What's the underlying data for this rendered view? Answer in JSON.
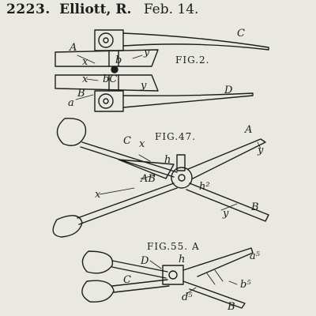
{
  "header": {
    "patent_number": "2223.",
    "inventor": "Elliott, R.",
    "date": "Feb. 14."
  },
  "figures": {
    "fig2": {
      "caption": "FIG.2.",
      "labels": {
        "A": "A",
        "C": "C",
        "b": "b",
        "y1": "y",
        "x1": "x",
        "x2": "x",
        "bc": "bC",
        "y2": "y",
        "a": "a",
        "B": "B",
        "D": "D"
      }
    },
    "fig47": {
      "caption": "FIG.47.",
      "labels": {
        "A": "A",
        "y1": "y",
        "C": "C",
        "x1": "x",
        "h": "h",
        "AB": "AB",
        "h2": "h²",
        "x2": "x",
        "y2": "y",
        "B": "B"
      }
    },
    "fig55": {
      "caption": "FIG.55. A",
      "labels": {
        "D": "D",
        "h": "h",
        "a5": "a⁵",
        "C": "C",
        "b5": "b⁵",
        "d5": "d⁵",
        "B": "B"
      }
    }
  }
}
